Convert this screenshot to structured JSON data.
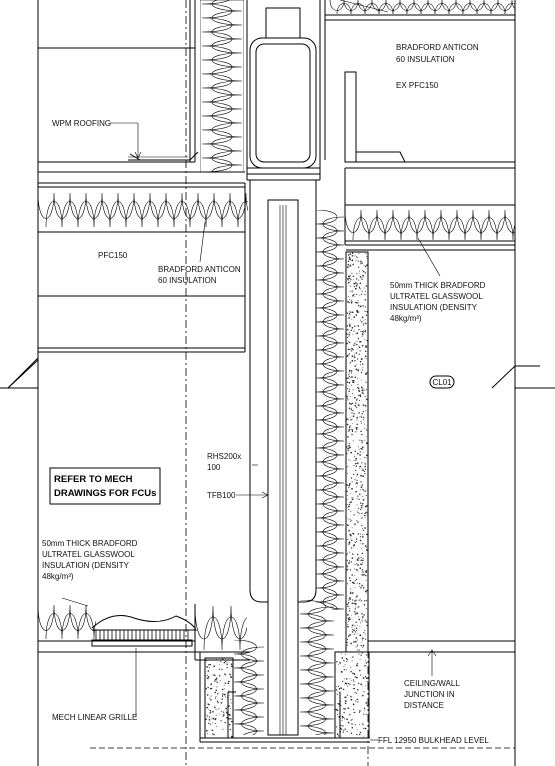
{
  "labels": {
    "bradford_anticon_top": "BRADFORD ANTICON",
    "insulation_60_top": "60 INSULATION",
    "ex_pfc150": "EX PFC150",
    "wpm_roofing": "WPM ROOFING",
    "pfc150": "PFC150",
    "bradford_anticon_mid": "BRADFORD ANTICON",
    "insulation_60_mid": "60 INSULATION",
    "glasswool_right": [
      "50mm THICK BRADFORD",
      "ULTRATEL GLASSWOOL",
      "INSULATION (DENSITY",
      "48kg/m³)"
    ],
    "cl01": "CL01",
    "rhs_line1": "RHS200x",
    "rhs_line2": "100",
    "tfb100": "TFB100",
    "refer_mech": [
      "REFER TO MECH",
      "DRAWINGS FOR FCUs"
    ],
    "glasswool_left": [
      "50mm THICK BRADFORD",
      "ULTRATEL GLASSWOOL",
      "INSULATION (DENSITY",
      "48kg/m³)"
    ],
    "ceiling_wall": [
      "CEILING/WALL",
      "JUNCTION IN",
      "DISTANCE"
    ],
    "mech_linear_grille": "MECH LINEAR GRILLE",
    "ffl_bulkhead": "FFL 12950 BULKHEAD LEVEL"
  }
}
